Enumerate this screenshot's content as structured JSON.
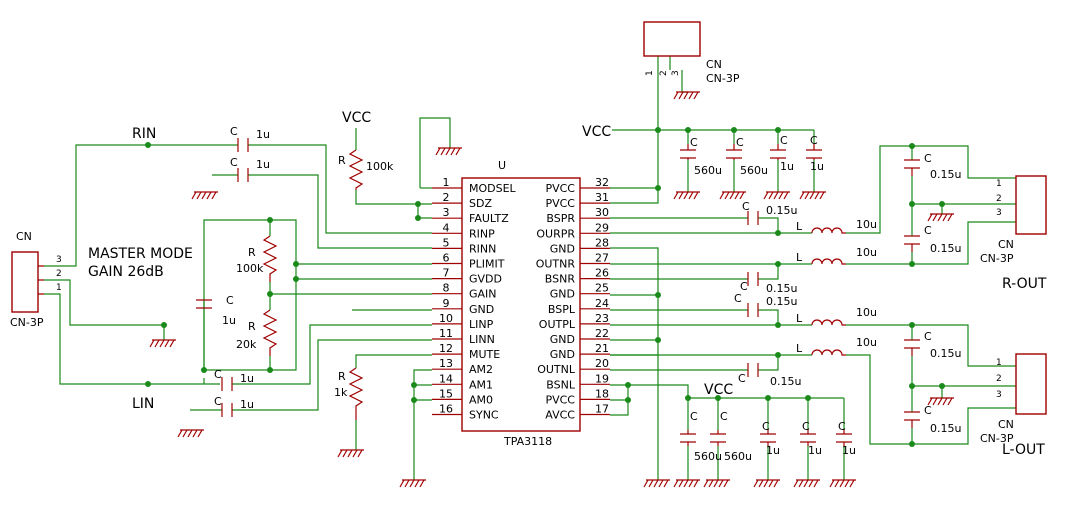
{
  "ic": {
    "ref": "U",
    "name": "TPA3118",
    "left_pins": [
      {
        "num": "1",
        "name": "MODSEL"
      },
      {
        "num": "2",
        "name": "SDZ"
      },
      {
        "num": "3",
        "name": "FAULTZ"
      },
      {
        "num": "4",
        "name": "RINP"
      },
      {
        "num": "5",
        "name": "RINN"
      },
      {
        "num": "6",
        "name": "PLIMIT"
      },
      {
        "num": "7",
        "name": "GVDD"
      },
      {
        "num": "8",
        "name": "GAIN"
      },
      {
        "num": "9",
        "name": "GND"
      },
      {
        "num": "10",
        "name": "LINP"
      },
      {
        "num": "11",
        "name": "LINN"
      },
      {
        "num": "12",
        "name": "MUTE"
      },
      {
        "num": "13",
        "name": "AM2"
      },
      {
        "num": "14",
        "name": "AM1"
      },
      {
        "num": "15",
        "name": "AM0"
      },
      {
        "num": "16",
        "name": "SYNC"
      }
    ],
    "right_pins": [
      {
        "num": "32",
        "name": "PVCC"
      },
      {
        "num": "31",
        "name": "PVCC"
      },
      {
        "num": "30",
        "name": "BSPR"
      },
      {
        "num": "29",
        "name": "OURPR"
      },
      {
        "num": "28",
        "name": "GND"
      },
      {
        "num": "27",
        "name": "OUTNR"
      },
      {
        "num": "26",
        "name": "BSNR"
      },
      {
        "num": "25",
        "name": "GND"
      },
      {
        "num": "24",
        "name": "BSPL"
      },
      {
        "num": "23",
        "name": "OUTPL"
      },
      {
        "num": "22",
        "name": "GND"
      },
      {
        "num": "21",
        "name": "GND"
      },
      {
        "num": "20",
        "name": "OUTNL"
      },
      {
        "num": "19",
        "name": "BSNL"
      },
      {
        "num": "18",
        "name": "PVCC"
      },
      {
        "num": "17",
        "name": "AVCC"
      }
    ]
  },
  "labels": {
    "rin": "RIN",
    "lin": "LIN",
    "vcc_top_left": "VCC",
    "vcc_right": "VCC",
    "vcc_bottom": "VCC",
    "mode1": "MASTER MODE",
    "mode2": "GAIN 26dB",
    "rout": "R-OUT",
    "lout": "L-OUT",
    "cn": "CN",
    "cn3p": "CN-3P",
    "c": "C",
    "r": "R",
    "l": "L",
    "v1u": "1u",
    "v100k": "100k",
    "v20k": "20k",
    "v1k": "1k",
    "v560u": "560u",
    "v015u": "0.15u",
    "v10u": "10u",
    "pin1": "1",
    "pin2": "2",
    "pin3": "3"
  },
  "colors": {
    "wire": "#1a8a1a",
    "part": "#a00000",
    "text": "#000000"
  }
}
